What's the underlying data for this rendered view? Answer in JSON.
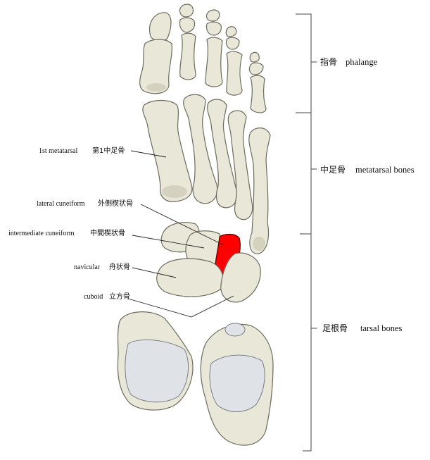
{
  "highlight_color": "#ff0000",
  "labels": {
    "first_metatarsal": {
      "en": "1st metatarsal",
      "jp": "第1中足骨"
    },
    "lateral_cuneiform": {
      "en": "lateral cuneiform",
      "jp": "外側楔状骨"
    },
    "intermediate_cuneiform": {
      "en": "intermediate cuneiform",
      "jp": "中間楔状骨"
    },
    "navicular": {
      "en": "navicular",
      "jp": "舟状骨"
    },
    "cuboid": {
      "en": "cuboid",
      "jp": "立方骨"
    }
  },
  "groups": {
    "phalange": {
      "jp": "指骨",
      "en": "phalange"
    },
    "metatarsal": {
      "jp": "中足骨",
      "en": "metatarsal bones"
    },
    "tarsal": {
      "jp": "足根骨",
      "en": "tarsal bones"
    }
  }
}
